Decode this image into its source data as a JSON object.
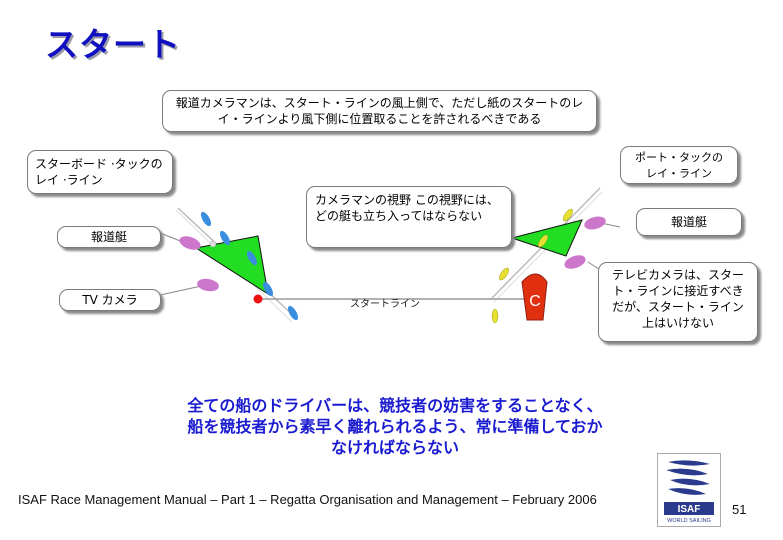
{
  "title": "スタート",
  "callouts": {
    "reporter_position": "報道カメラマンは、スタート・ラインの風上側で、ただし紙のスタートのレイ・ラインより風下側に位置取ることを許されるべきである",
    "starboard_layline": "スターボード ·タックのレイ ·ライン",
    "port_layline": "ポート・タックの レイ・ライン",
    "camera_view": "カメラマンの視野 この視野には、どの艇も立ち入ってはならない",
    "press_boat_left": "報道艇",
    "press_boat_right": "報道艇",
    "tv_camera": "TV カメラ",
    "tv_camera_note": "テレビカメラは、スタート・ラインに接近すべきだが、スタート・ライン上はいけない"
  },
  "diagram": {
    "start_line_label": "スタートライン",
    "committee_boat_letter": "C"
  },
  "warning": "全ての船のドライバーは、競技者の妨害をすることなく、船を競技者から素早く離れられるよう、常に準備しておかなければならない",
  "footer": "ISAF Race Management Manual – Part 1 – Regatta Organisation and Management – February 2006",
  "page_number": "51",
  "logo": {
    "text": "ISAF",
    "subtext": "WORLD SAILING"
  },
  "colors": {
    "title": "#1010c0",
    "warning": "#1a1ad0",
    "camera_cone": "#22dd22",
    "committee_boat": "#e03010",
    "press_boat": "#cc77cc",
    "sailboat": "#3a8ee0",
    "sail_yellow": "#e8e030"
  }
}
